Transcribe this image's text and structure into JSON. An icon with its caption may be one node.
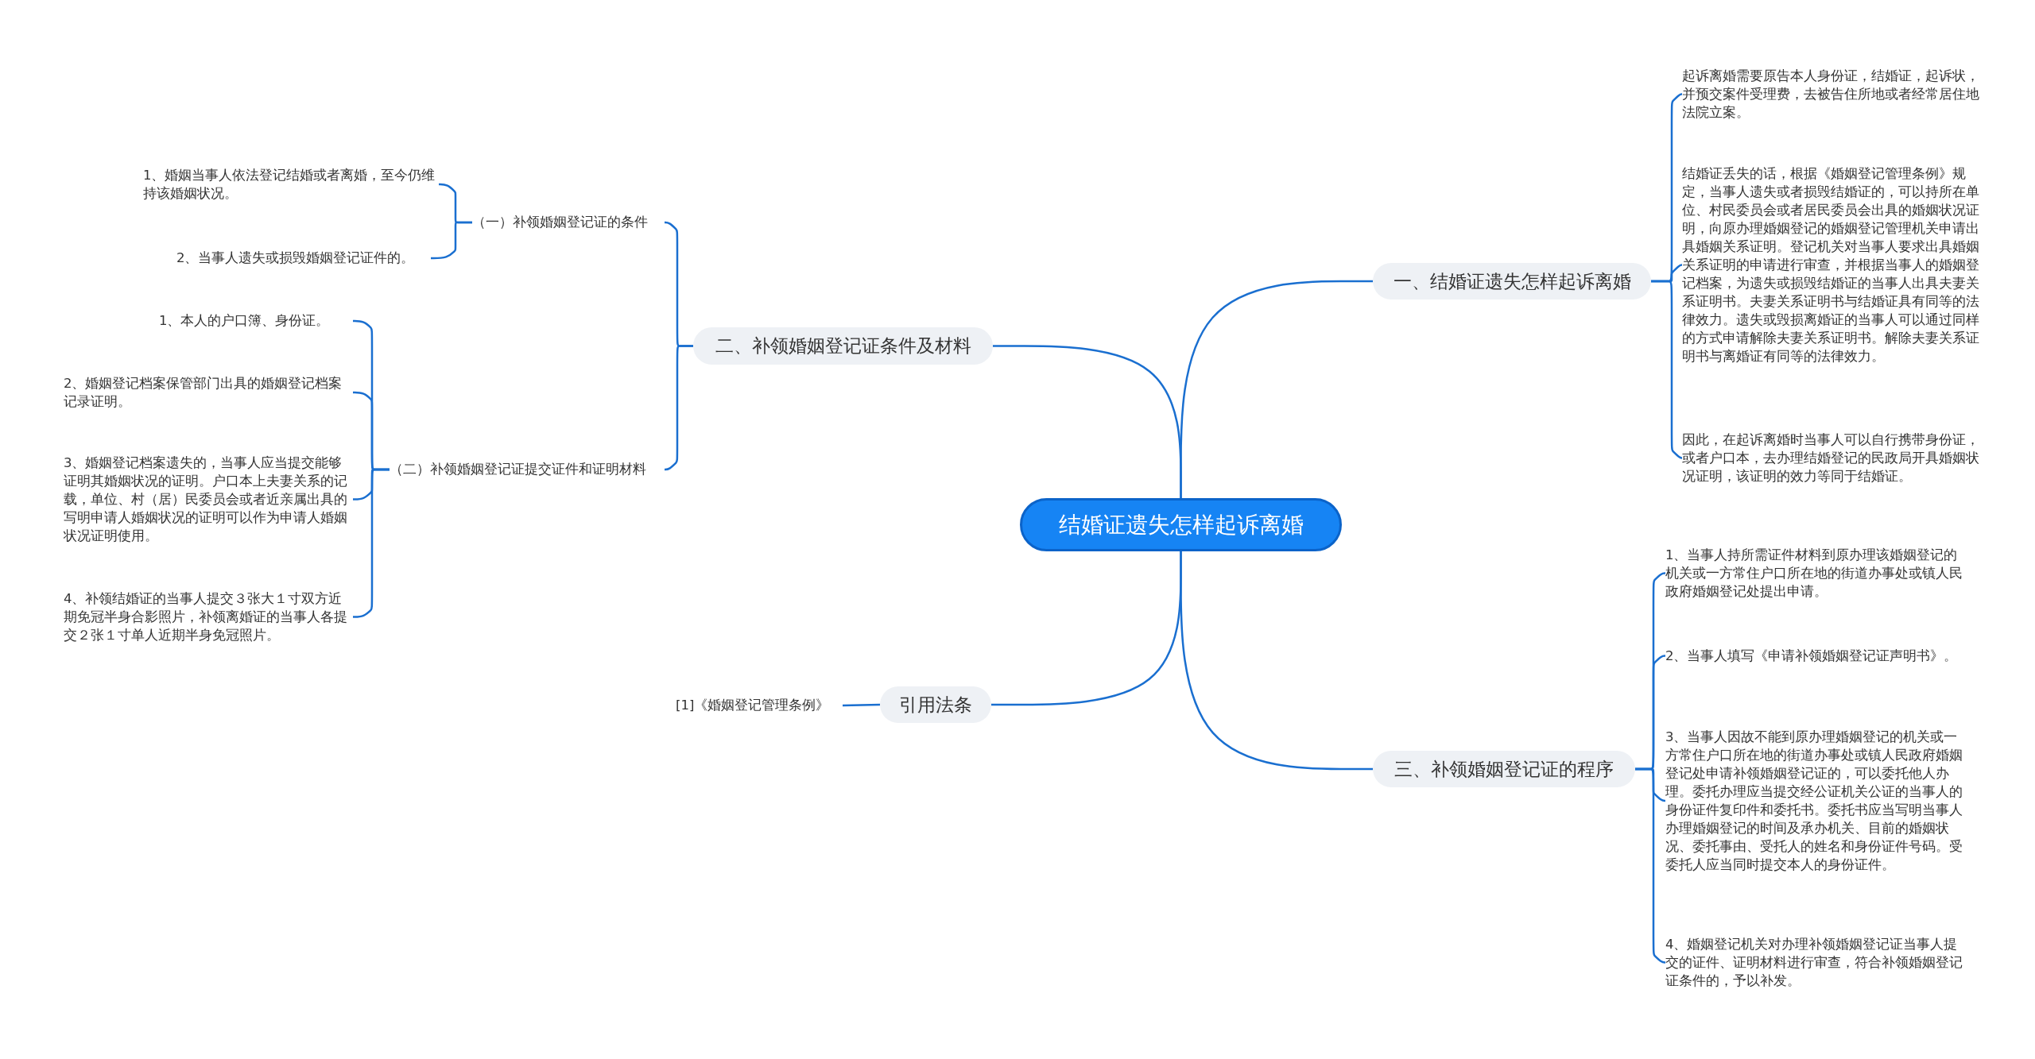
{
  "diagram": {
    "nodes": [
      {
        "text": [
          "结婚证遗失怎样起诉离婚"
        ]
      },
      {
        "text": [
          "一、结婚证遗失怎样起诉离婚"
        ]
      },
      {
        "text": [
          "起诉离婚需要原告本人身份证，结婚证，起诉状，并预交案件受理费，去被告住所地或者经常居住地法院立案。"
        ]
      },
      {
        "text": [
          "结婚证丢失的话，根据《婚姻登记管理条例》规定，当事人遗失或者损毁结婚证的，可以持所在单位、村民委员会或者居民委员会出具的婚姻状况证明，向原办理婚姻登记的婚姻登记管理机关申请出具婚姻关系证明。登记机关对当事人要求出具婚姻关系证明的申请进行审查，并根据当事人的婚姻登记档案，为遗失或损毁结婚证的当事人出具夫妻关系证明书。夫妻关系证明书与结婚证具有同等的法律效力。遗失或毁损离婚证的当事人可以通过同样的方式申请解除夫妻关系证明书。解除夫妻关系证明书与离婚证有同等的法律效力。"
        ]
      },
      {
        "text": [
          "因此，在起诉离婚时当事人可以自行携带身份证，或者户口本，去办理结婚登记的民政局开具婚姻状况证明，该证明的效力等同于结婚证。"
        ]
      },
      {
        "text": [
          "三、补领婚姻登记证的程序"
        ]
      },
      {
        "text": [
          "1、当事人持所需证件材料到原办理该婚姻登记的机关或一方常住户口所在地的街道办事处或镇人民政府婚姻登记处提出申请。"
        ]
      },
      {
        "text": [
          "2、当事人填写《申请补领婚姻登记证声明书》。"
        ]
      },
      {
        "text": [
          "3、当事人因故不能到原办理婚姻登记的机关或一方常住户口所在地的街道办事处或镇人民政府婚姻登记处申请补领婚姻登记证的，可以委托他人办理。委托办理应当提交经公证机关公证的当事人的身份证件复印件和委托书。委托书应当写明当事人办理婚姻登记的时间及承办机关、目前的婚姻状况、委托事由、受托人的姓名和身份证件号码。受委托人应当同时提交本人的身份证件。"
        ]
      },
      {
        "text": [
          "4、婚姻登记机关对办理补领婚姻登记证当事人提交的证件、证明材料进行审查，符合补领婚姻登记证条件的，予以补发。"
        ]
      },
      {
        "text": [
          "二、补领婚姻登记证条件及材料"
        ]
      },
      {
        "text": [
          "（一）补领婚姻登记证的条件"
        ]
      },
      {
        "text": [
          "1、婚姻当事人依法登记结婚或者离婚，至今仍维持该婚姻状况。"
        ]
      },
      {
        "text": [
          "2、当事人遗失或损毁婚姻登记证件的。"
        ]
      },
      {
        "text": [
          "（二）补领婚姻登记证提交证件和证明材料"
        ]
      },
      {
        "text": [
          "1、本人的户口簿、身份证。"
        ]
      },
      {
        "text": [
          "2、婚姻登记档案保管部门出具的婚姻登记档案记录证明。"
        ]
      },
      {
        "text": [
          "3、婚姻登记档案遗失的，当事人应当提交能够证明其婚姻状况的证明。户口本上夫妻关系的记载，单位、村（居）民委员会或者近亲属出具的写明申请人婚姻状况的证明可以作为申请人婚姻状况证明使用。"
        ]
      },
      {
        "text": [
          "4、补领结婚证的当事人提交３张大１寸双方近期免冠半身合影照片，补领离婚证的当事人各提交２张１寸单人近期半身免冠照片。"
        ]
      },
      {
        "text": [
          "引用法条"
        ]
      },
      {
        "text": [
          "[1]《婚姻登记管理条例》"
        ]
      }
    ],
    "edges": [
      {
        "from": 0,
        "to": 1,
        "arrow": "none"
      },
      {
        "from": 1,
        "to": 2,
        "arrow": "none"
      },
      {
        "from": 1,
        "to": 3,
        "arrow": "none"
      },
      {
        "from": 1,
        "to": 4,
        "arrow": "none"
      },
      {
        "from": 0,
        "to": 5,
        "arrow": "none"
      },
      {
        "from": 5,
        "to": 6,
        "arrow": "none"
      },
      {
        "from": 5,
        "to": 7,
        "arrow": "none"
      },
      {
        "from": 5,
        "to": 8,
        "arrow": "none"
      },
      {
        "from": 5,
        "to": 9,
        "arrow": "none"
      },
      {
        "from": 0,
        "to": 10,
        "arrow": "none"
      },
      {
        "from": 10,
        "to": 11,
        "arrow": "none"
      },
      {
        "from": 11,
        "to": 12,
        "arrow": "none"
      },
      {
        "from": 11,
        "to": 13,
        "arrow": "none"
      },
      {
        "from": 10,
        "to": 14,
        "arrow": "none"
      },
      {
        "from": 14,
        "to": 15,
        "arrow": "none"
      },
      {
        "from": 14,
        "to": 16,
        "arrow": "none"
      },
      {
        "from": 14,
        "to": 17,
        "arrow": "none"
      },
      {
        "from": 14,
        "to": 18,
        "arrow": "none"
      },
      {
        "from": 0,
        "to": 19,
        "arrow": "none"
      },
      {
        "from": 19,
        "to": 20,
        "arrow": "none"
      }
    ]
  }
}
